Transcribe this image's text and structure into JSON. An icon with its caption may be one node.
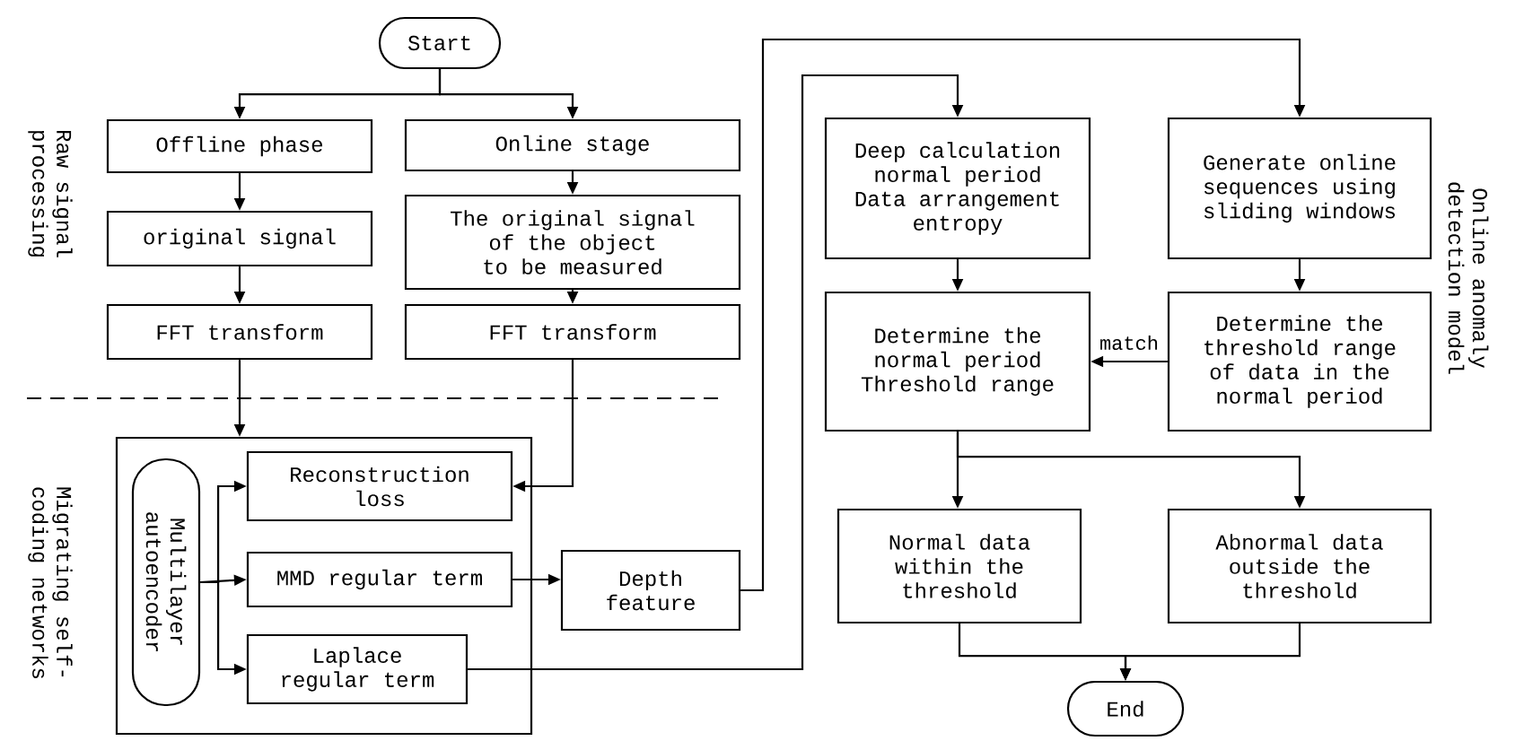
{
  "diagram": {
    "nodes": [
      {
        "text": [
          "Start"
        ]
      },
      {
        "text": [
          "Offline phase"
        ]
      },
      {
        "text": [
          "Online stage"
        ]
      },
      {
        "text": [
          "original signal"
        ]
      },
      {
        "text": [
          "The original signal of the object to be measured"
        ]
      },
      {
        "text": [
          "FFT transform"
        ]
      },
      {
        "text": [
          "FFT transform"
        ]
      },
      {
        "text": [],
        "shape": "box"
      },
      {
        "text": [
          "Multilayer autoencoder"
        ],
        "in": 7
      },
      {
        "text": [
          "Reconstruction loss"
        ],
        "in": 7
      },
      {
        "text": [
          "MMD regular term"
        ],
        "in": 7
      },
      {
        "text": [
          "Laplace regular term"
        ],
        "in": 7
      },
      {
        "text": [
          "Depth feature"
        ]
      },
      {
        "text": [
          "Deep calculation normal period Data arrangement entropy"
        ]
      },
      {
        "text": [
          "Generate online sequences using sliding windows"
        ]
      },
      {
        "text": [
          "Determine the normal period Threshold range"
        ]
      },
      {
        "text": [
          "Determine the threshold range of data in the normal period"
        ]
      },
      {
        "text": [
          "Normal data within the threshold"
        ]
      },
      {
        "text": [
          "Abnormal data outside the threshold"
        ]
      },
      {
        "text": [
          "End"
        ]
      }
    ],
    "edges": [
      {
        "from": 0,
        "to": 1,
        "arrow": "to"
      },
      {
        "from": 0,
        "to": 2,
        "arrow": "to"
      },
      {
        "from": 1,
        "to": 3,
        "arrow": "to"
      },
      {
        "from": 2,
        "to": 4,
        "arrow": "to"
      },
      {
        "from": 3,
        "to": 5,
        "arrow": "to"
      },
      {
        "from": 4,
        "to": 6,
        "arrow": "to"
      },
      {
        "from": 5,
        "to": 7,
        "arrow": "to"
      },
      {
        "from": 6,
        "to": 9,
        "arrow": "to"
      },
      {
        "from": 8,
        "to": 9,
        "arrow": "to"
      },
      {
        "from": 8,
        "to": 10,
        "arrow": "to"
      },
      {
        "from": 8,
        "to": 11,
        "arrow": "to"
      },
      {
        "from": 10,
        "to": 12,
        "arrow": "to"
      },
      {
        "from": 12,
        "to": 14,
        "arrow": "to"
      },
      {
        "from": 11,
        "to": 13,
        "arrow": "to"
      },
      {
        "from": 13,
        "to": 15,
        "arrow": "to"
      },
      {
        "from": 14,
        "to": 16,
        "arrow": "to"
      },
      {
        "from": 16,
        "to": 15,
        "arrow": "to",
        "label": "match"
      },
      {
        "from": 15,
        "to": 17,
        "arrow": "to"
      },
      {
        "from": 15,
        "to": 18,
        "arrow": "to"
      },
      {
        "from": 17,
        "to": 19,
        "arrow": "to"
      },
      {
        "from": 18,
        "to": 19,
        "arrow": "to"
      }
    ],
    "labels": [
      "Raw signal processing",
      "Migrating self-coding networks",
      "Online anomaly detection model"
    ]
  }
}
